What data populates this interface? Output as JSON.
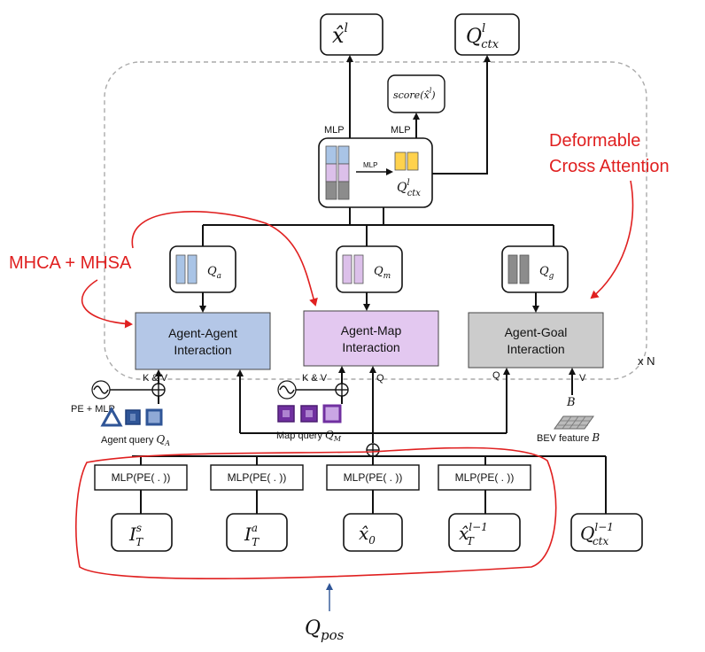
{
  "outputs": {
    "x_hat": {
      "base": "x̂",
      "sup": "l"
    },
    "q_ctx": {
      "base": "Q",
      "sup": "l",
      "sub": "ctx"
    }
  },
  "score": {
    "text": "score(x̂",
    "sup": "l",
    "close": ")"
  },
  "mlp_labels": {
    "left": "MLP",
    "right": "MLP",
    "inner": "MLP"
  },
  "fusion": {
    "q_base": "Q",
    "q_sup": "l",
    "q_sub": "ctx"
  },
  "queries": {
    "qa": {
      "base": "Q",
      "sub": "a"
    },
    "qm": {
      "base": "Q",
      "sub": "m"
    },
    "qg": {
      "base": "Q",
      "sub": "g"
    }
  },
  "modules": {
    "agent_agent": {
      "line1": "Agent-Agent",
      "line2": "Interaction"
    },
    "agent_map": {
      "line1": "Agent-Map",
      "line2": "Interaction"
    },
    "agent_goal": {
      "line1": "Agent-Goal",
      "line2": "Interaction"
    }
  },
  "repeat": "x N",
  "attn_labels": {
    "kv_left": "K & V",
    "kv_mid": "K & V",
    "q_mid": "Q",
    "q_right": "Q",
    "v_right": "V",
    "pe_mlp": "PE + MLP"
  },
  "agent_query": {
    "text": "Agent query ",
    "base": "Q",
    "sub": "A"
  },
  "map_query": {
    "text": "Map query ",
    "base": "Q",
    "sub": "M"
  },
  "bev": {
    "b": "B",
    "text": "BEV feature ",
    "b2": "B"
  },
  "encoders": [
    "MLP(PE( . ))",
    "MLP(PE( . ))",
    "MLP(PE( . ))",
    "MLP(PE( . ))"
  ],
  "inputs": {
    "i_s": {
      "base": "I",
      "sup": "s",
      "sub": "T"
    },
    "i_a": {
      "base": "I",
      "sup": "a",
      "sub": "T"
    },
    "x0": {
      "base": "x̂",
      "sub": "0"
    },
    "x_prev": {
      "base": "x̂",
      "sup": "l−1",
      "sub": "T"
    },
    "q_prev": {
      "base": "Q",
      "sup": "l−1",
      "sub": "ctx"
    }
  },
  "annotations": {
    "deformable_1": "Deformable",
    "deformable_2": "Cross Attention",
    "mhca": "MHCA + MHSA"
  },
  "qpos": {
    "base": "Q",
    "sub": "pos"
  },
  "colors": {
    "blue_box": "#b4c7e7",
    "purple_box": "#e3c8f0",
    "gray_box": "#cccccc",
    "blue_bar": "#a9c4e6",
    "purple_bar": "#dcc0ea",
    "gray_bar": "#8c8c8c",
    "yellow_bar": "#ffd24d",
    "annotation_red": "#e02020",
    "agent_icon": "#2f5597",
    "map_icon": "#7030a0"
  }
}
